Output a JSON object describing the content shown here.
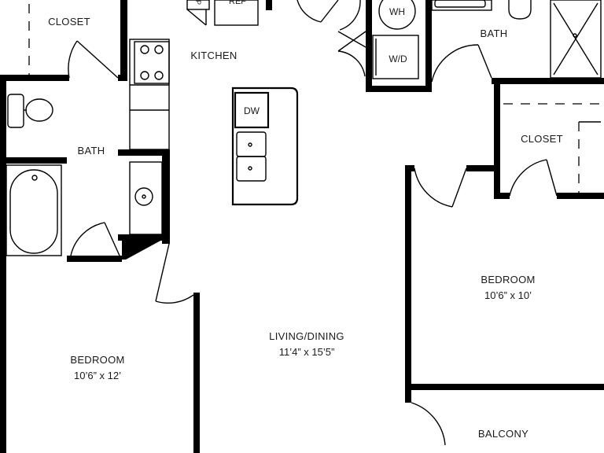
{
  "rooms": {
    "closet_top_left": "CLOSET",
    "kitchen": "KITCHEN",
    "bath_top_right": "BATH",
    "bath_left": "BATH",
    "closet_right": "CLOSET",
    "bedroom_right": {
      "name": "BEDROOM",
      "dimensions": "10’6” x 10’"
    },
    "living_dining": {
      "name": "LIVING/DINING",
      "dimensions": "11’4” x 15’5”"
    },
    "bedroom_left": {
      "name": "BEDROOM",
      "dimensions": "10’6” x 12’"
    },
    "balcony": "BALCONY"
  },
  "fixtures": {
    "water_heater": "WH",
    "washer_dryer": "W/D",
    "dishwasher": "DW",
    "refrigerator": "REF",
    "pantry": "P"
  },
  "colors": {
    "walls": "#000000",
    "background": "#ffffff"
  }
}
